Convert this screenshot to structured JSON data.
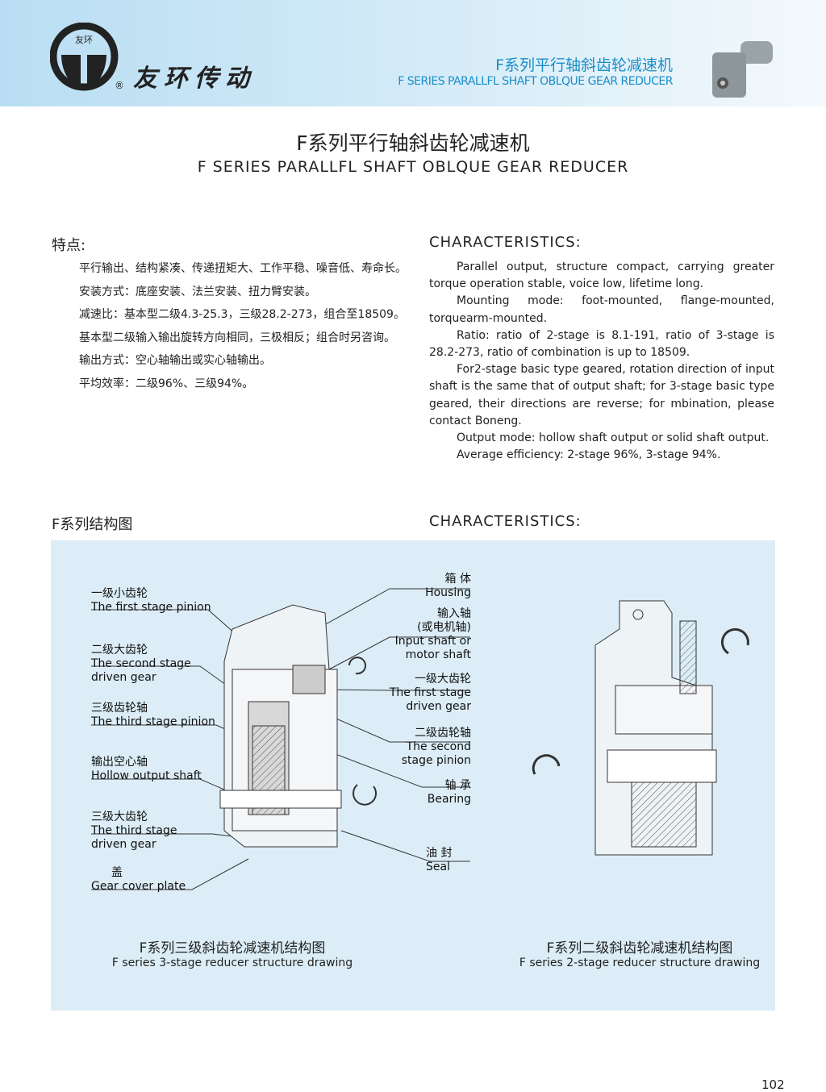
{
  "header": {
    "logo_text": "友环",
    "brand": "友环传动",
    "title_cn": "F系列平行轴斜齿轮减速机",
    "title_en": "F SERIES PARALLFL SHAFT OBLQUE GEAR REDUCER"
  },
  "page_title": {
    "cn": "F系列平行轴斜齿轮减速机",
    "en": "F SERIES PARALLFL SHAFT OBLQUE GEAR REDUCER"
  },
  "features_cn": {
    "heading": "特点:",
    "paragraphs": [
      "平行输出、结构紧凑、传递扭矩大、工作平稳、噪音低、寿命长。",
      "安装方式：底座安装、法兰安装、扭力臂安装。",
      "减速比：基本型二级4.3-25.3，三级28.2-273，组合至18509。",
      "基本型二级输入输出旋转方向相同，三极相反；组合时另咨询。",
      "输出方式：空心轴输出或实心轴输出。",
      "平均效率：二级96%、三级94%。"
    ]
  },
  "features_en": {
    "heading": "CHARACTERISTICS:",
    "paragraphs": [
      "Parallel output, structure compact, carrying greater torque operation stable, voice low, lifetime long.",
      "Mounting mode: foot-mounted, flange-mounted, torquearm-mounted.",
      "Ratio: ratio of 2-stage is 8.1-191, ratio of 3-stage is 28.2-273, ratio of combination is up to 18509.",
      "For2-stage basic type geared, rotation direction of input shaft is the same that of output shaft; for 3-stage basic type geared, their directions are reverse; for mbination, please contact Boneng.",
      "Output mode: hollow shaft output or solid shaft output.",
      "Average efficiency: 2-stage 96%, 3-stage 94%."
    ]
  },
  "structure": {
    "heading_cn": "F系列结构图",
    "heading_en": "CHARACTERISTICS:",
    "left_labels": [
      {
        "cn": "一级小齿轮",
        "en": "The first stage pinion"
      },
      {
        "cn": "二级大齿轮",
        "en": "The second stage\ndriven gear"
      },
      {
        "cn": "三级齿轮轴",
        "en": "The third stage pinion"
      },
      {
        "cn": "输出空心轴",
        "en": "Hollow output shaft"
      },
      {
        "cn": "三级大齿轮",
        "en": "The third stage\ndriven gear"
      },
      {
        "cn": "盖",
        "en": "Gear cover plate"
      }
    ],
    "right_labels": [
      {
        "cn": "箱 体",
        "en": "Housing"
      },
      {
        "cn": "输入轴\n(或电机轴)",
        "en": "Input shaft or\nmotor shaft"
      },
      {
        "cn": "一级大齿轮",
        "en": "The first stage\ndriven gear"
      },
      {
        "cn": "二级齿轮轴",
        "en": "The second\nstage pinion"
      },
      {
        "cn": "轴 承",
        "en": "Bearing"
      },
      {
        "cn": "油 封",
        "en": "Seal"
      }
    ],
    "caption_left": {
      "cn": "F系列三级斜齿轮减速机结构图",
      "en": "F series 3-stage reducer structure drawing"
    },
    "caption_right": {
      "cn": "F系列二级斜齿轮减速机结构图",
      "en": "F series 2-stage reducer structure drawing"
    }
  },
  "page_number": "102"
}
